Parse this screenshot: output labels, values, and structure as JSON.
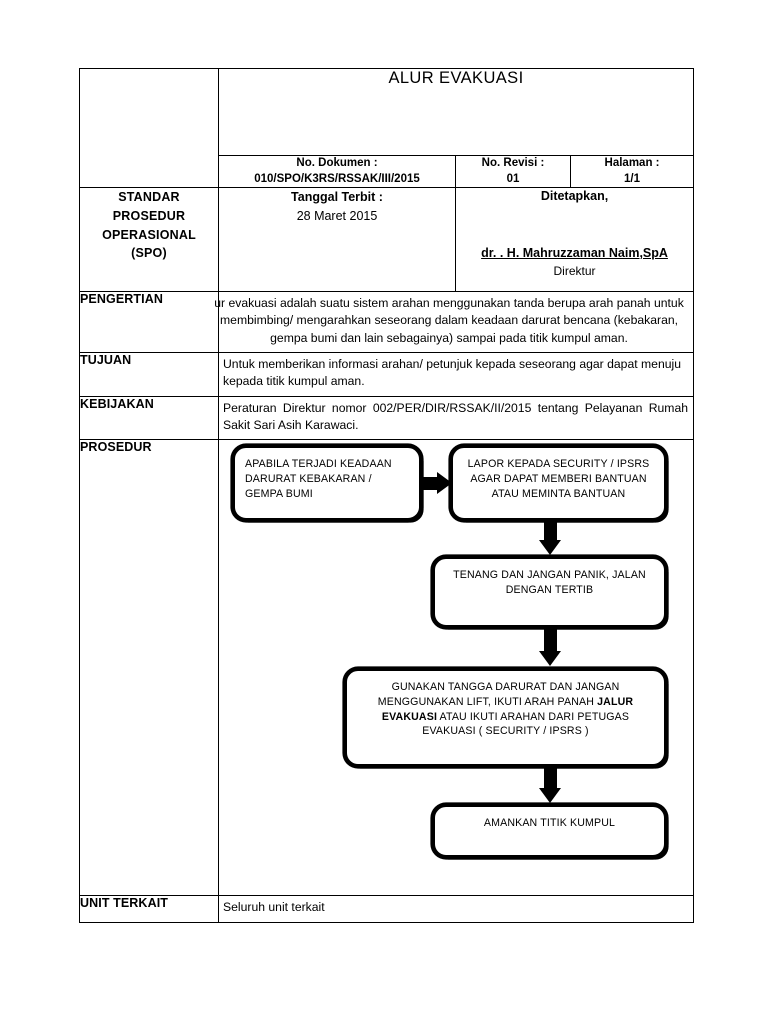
{
  "document": {
    "title": "ALUR EVAKUASI",
    "header": {
      "no_dokumen_label": "No. Dokumen :",
      "no_dokumen_value": "010/SPO/K3RS/RSSAK/III/2015",
      "no_revisi_label": "No. Revisi :",
      "no_revisi_value": "01",
      "halaman_label": "Halaman :",
      "halaman_value": "1/1"
    },
    "spo": {
      "label_line1": "STANDAR",
      "label_line2": "PROSEDUR",
      "label_line3": "OPERASIONAL",
      "label_line4": "(SPO)",
      "tanggal_label": "Tanggal Terbit :",
      "tanggal_value": "28 Maret 2015",
      "ditetapkan_label": "Ditetapkan,",
      "signer_name": "dr. . H. Mahruzzaman Naim,SpA",
      "signer_role": "Direktur"
    },
    "sections": {
      "pengertian_label": "PENGERTIAN",
      "pengertian_text": "ur evakuasi adalah suatu sistem arahan menggunakan tanda berupa arah panah untuk membimbing/ mengarahkan seseorang dalam keadaan darurat bencana (kebakaran, gempa bumi dan lain sebagainya) sampai pada titik kumpul aman.",
      "tujuan_label": "TUJUAN",
      "tujuan_text": "Untuk memberikan informasi arahan/ petunjuk kepada seseorang agar dapat menuju kepada titik kumpul aman.",
      "kebijakan_label": "KEBIJAKAN",
      "kebijakan_text": "Peraturan Direktur nomor 002/PER/DIR/RSSAK/II/2015 tentang Pelayanan Rumah Sakit Sari Asih Karawaci.",
      "prosedur_label": "PROSEDUR",
      "unit_terkait_label": "UNIT TERKAIT",
      "unit_terkait_text": "Seluruh unit terkait"
    },
    "flowchart": {
      "type": "flow-diagram",
      "steps": [
        {
          "id": "step-1",
          "text": "APABILA TERJADI KEADAAN DARURAT KEBAKARAN / GEMPA BUMI"
        },
        {
          "id": "step-2",
          "text": "LAPOR KEPADA SECURITY / IPSRS AGAR DAPAT MEMBERI BANTUAN ATAU MEMINTA BANTUAN"
        },
        {
          "id": "step-3",
          "text": "TENANG DAN JANGAN PANIK, JALAN DENGAN TERTIB"
        },
        {
          "id": "step-4",
          "text_part1": "GUNAKAN TANGGA DARURAT DAN JANGAN MENGGUNAKAN LIFT, IKUTI ARAH PANAH ",
          "text_bold": "JALUR EVAKUASI",
          "text_part2": " ATAU IKUTI ARAHAN DARI PETUGAS EVAKUASI ( SECURITY / IPSRS )"
        },
        {
          "id": "step-5",
          "text": "AMANKAN TITIK KUMPUL"
        }
      ],
      "connectors": [
        {
          "from": "step-1",
          "to": "step-2",
          "direction": "right"
        },
        {
          "from": "step-2",
          "to": "step-3",
          "direction": "down"
        },
        {
          "from": "step-3",
          "to": "step-4",
          "direction": "down"
        },
        {
          "from": "step-4",
          "to": "step-5",
          "direction": "down"
        }
      ]
    },
    "colors": {
      "ink": "#000000",
      "paper": "#ffffff"
    }
  }
}
